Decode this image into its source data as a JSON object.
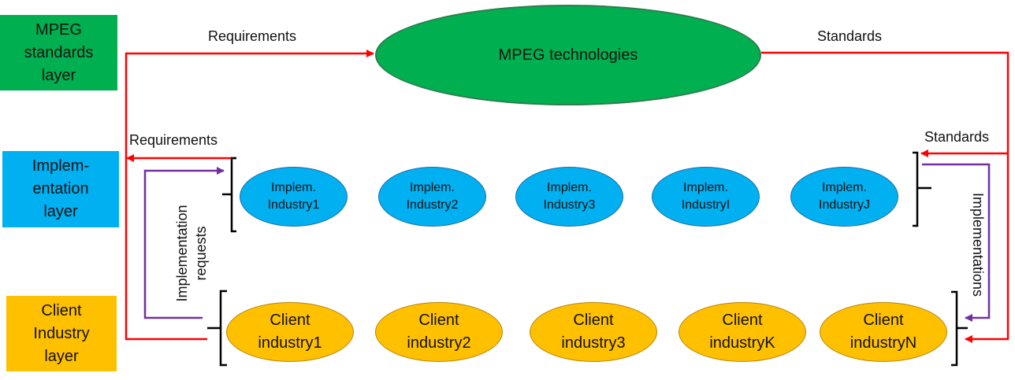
{
  "layers": {
    "mpeg": [
      "MPEG",
      "standards",
      "layer"
    ],
    "implementation": [
      "Implem-",
      "entation",
      "layer"
    ],
    "client": [
      "Client",
      "Industry",
      "layer"
    ]
  },
  "technologies": "MPEG technologies",
  "implementation_industries": [
    [
      "Implem.",
      "Industry1"
    ],
    [
      "Implem.",
      "Industry2"
    ],
    [
      "Implem.",
      "Industry3"
    ],
    [
      "Implem.",
      "IndustryI"
    ],
    [
      "Implem.",
      "IndustryJ"
    ]
  ],
  "client_industries": [
    [
      "Client",
      "industry1"
    ],
    [
      "Client",
      "industry2"
    ],
    [
      "Client",
      "industry3"
    ],
    [
      "Client",
      "industryK"
    ],
    [
      "Client",
      "industryN"
    ]
  ],
  "labels": {
    "requirements_top": "Requirements",
    "standards_top": "Standards",
    "requirements_mid": "Requirements",
    "standards_mid": "Standards",
    "implementation_requests": [
      "Implementation",
      "requests"
    ],
    "implementations": "Implementations"
  },
  "colors": {
    "mpeg_layer": "#00b050",
    "implementation_layer": "#00b0f0",
    "client_layer": "#ffc000",
    "requirement_arrows": "#ff0000",
    "request_arrows": "#7030a0"
  }
}
